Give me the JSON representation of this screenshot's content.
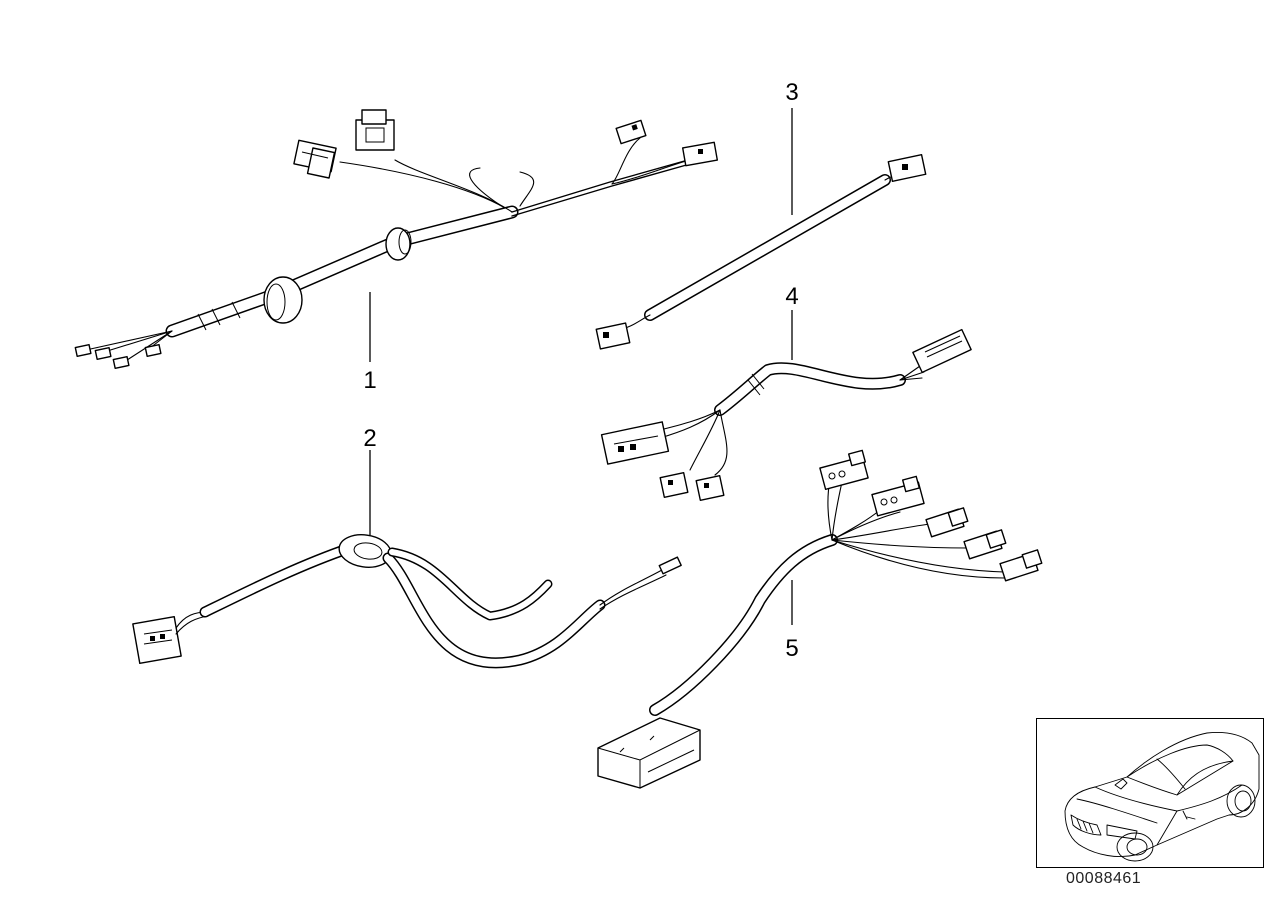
{
  "parts": [
    {
      "id": "part-1",
      "callout": "1"
    },
    {
      "id": "part-2",
      "callout": "2"
    },
    {
      "id": "part-3",
      "callout": "3"
    },
    {
      "id": "part-4",
      "callout": "4"
    },
    {
      "id": "part-5",
      "callout": "5"
    }
  ],
  "diagram_id": "00088461",
  "thumbnail": {
    "icon": "car-icon"
  },
  "colors": {
    "line": "#000000",
    "background": "#ffffff"
  }
}
